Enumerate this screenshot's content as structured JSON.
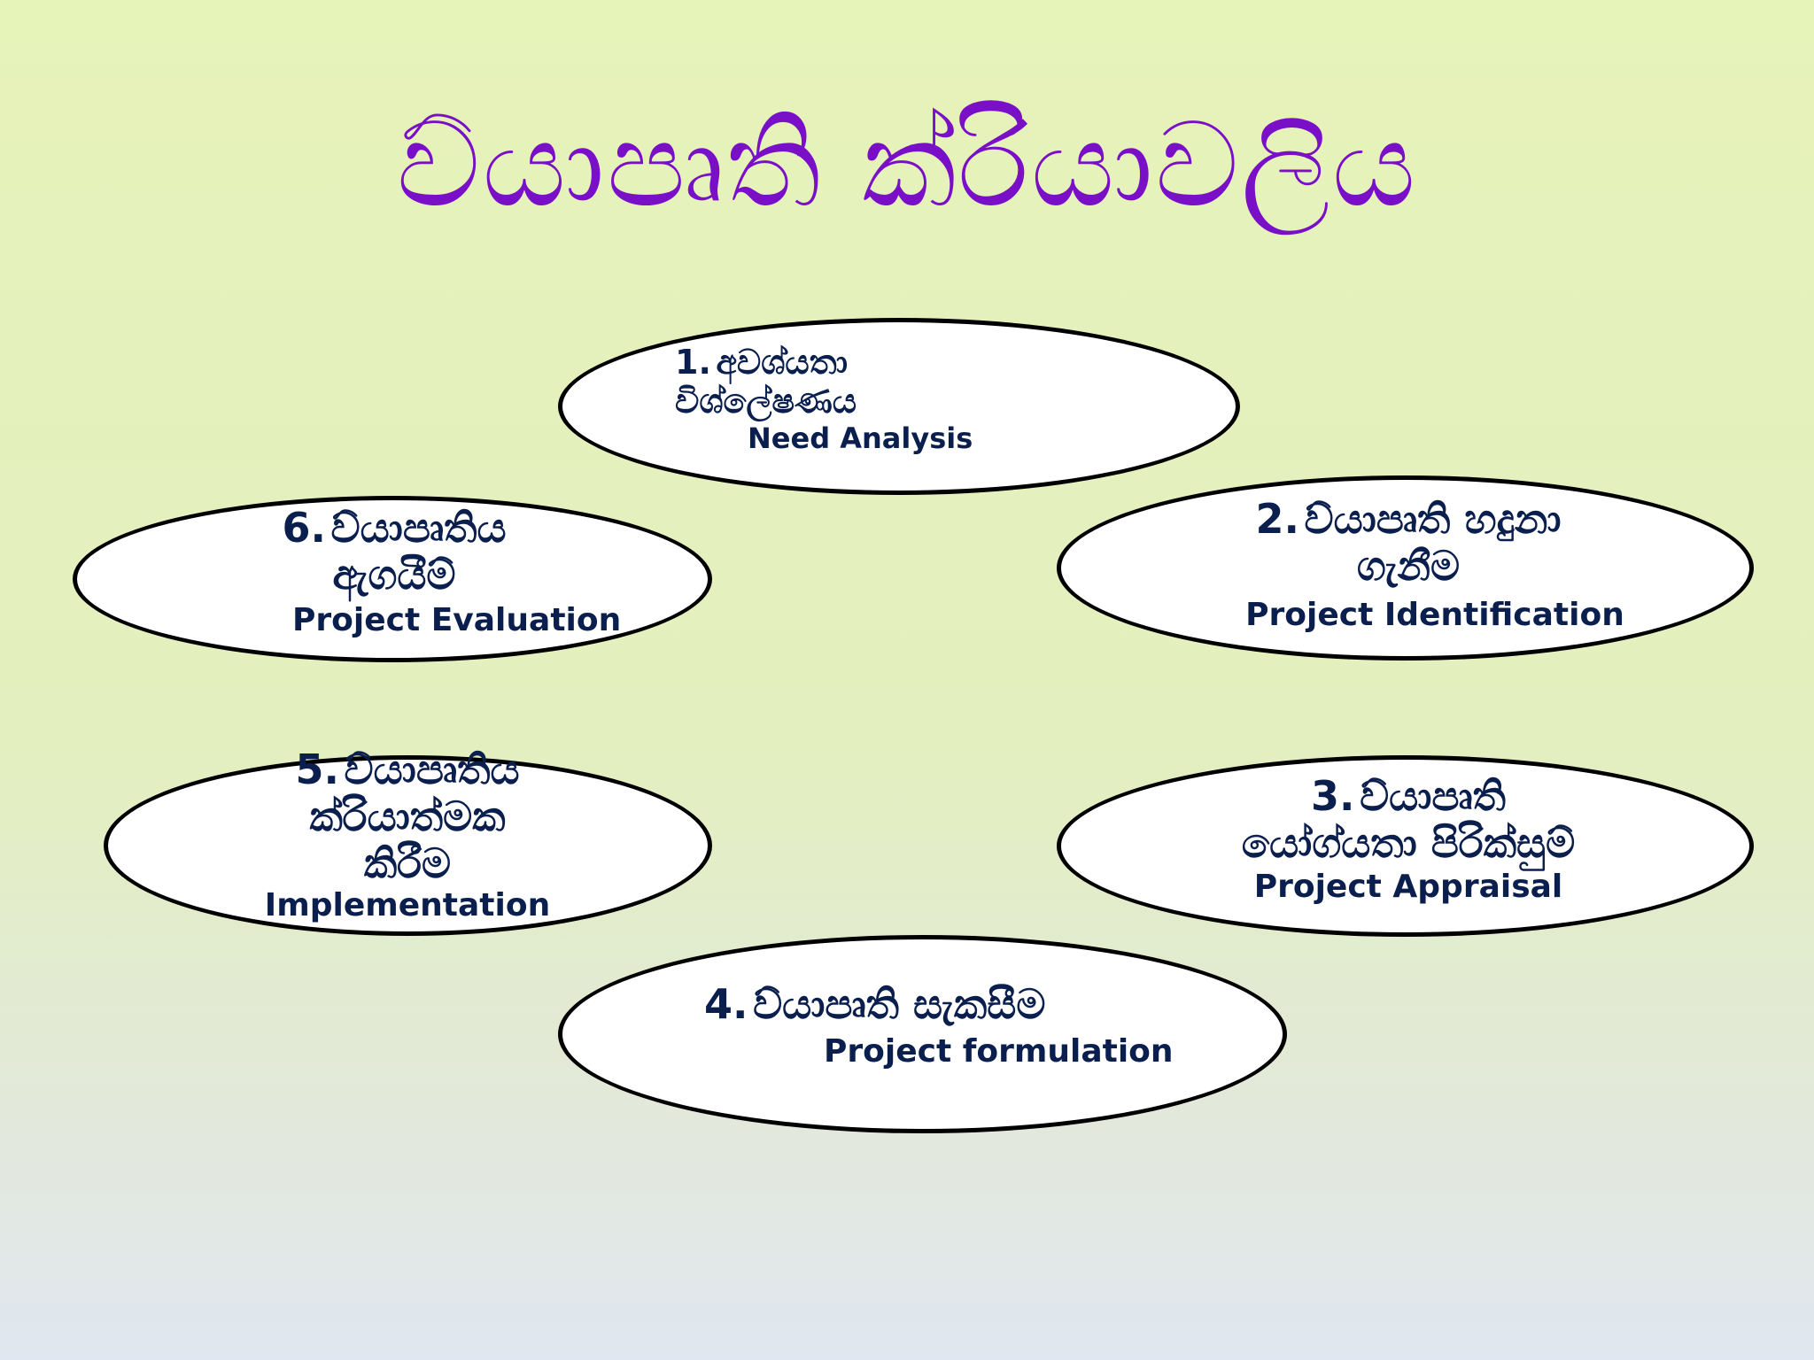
{
  "title": "ව්යාපෘති ක්රියාවලිය",
  "stages": [
    {
      "number": "1.",
      "sinhala_line1": "අවශ්යතා",
      "sinhala_line2": "විශ්ලේෂණය",
      "english": "Need Analysis"
    },
    {
      "number": "2.",
      "sinhala_line1": "ව්යාපෘති හදුනා",
      "sinhala_line2": "ගැනීම",
      "english": "Project Identification"
    },
    {
      "number": "3.",
      "sinhala_line1": "ව්යාපෘති",
      "sinhala_line2": "යෝග්යතා පිරික්සුම්",
      "english": "Project Appraisal"
    },
    {
      "number": "4.",
      "sinhala_line1": "ව්යාපෘති සැකසීම",
      "english": "Project formulation"
    },
    {
      "number": "5.",
      "sinhala_line1": "ව්යාපෘතිය",
      "sinhala_line2": "ක්රියාත්මක",
      "sinhala_line3": "කිරීම",
      "english": "Implementation"
    },
    {
      "number": "6.",
      "sinhala_line1": "ව්යාපෘතිය",
      "sinhala_line2": "ඇගයීම්",
      "english": "Project Evaluation"
    }
  ],
  "colors": {
    "title": "#7a0fc8",
    "label": "#0b1f4e",
    "ellipse_fill": "#ffffff",
    "ellipse_border": "#000000"
  }
}
